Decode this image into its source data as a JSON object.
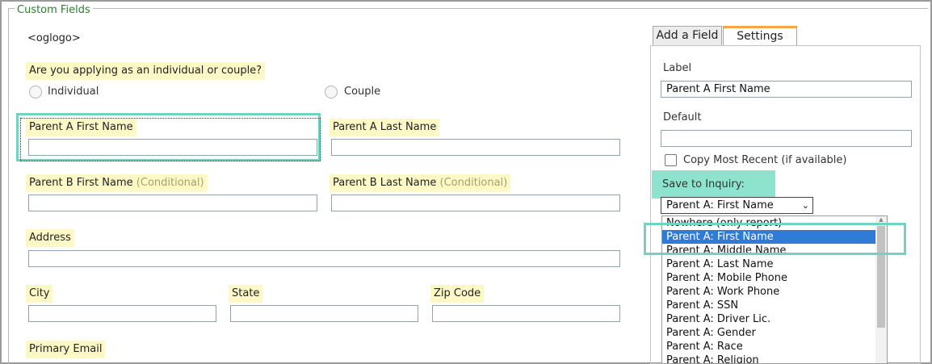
{
  "fieldset": {
    "legend": "Custom Fields"
  },
  "form": {
    "logo_text": "<oglogo>",
    "applying_question": "Are you applying as an individual or couple?",
    "radio_individual": "Individual",
    "radio_couple": "Couple",
    "parent_a_first": "Parent A First Name",
    "parent_a_last": "Parent A Last Name",
    "parent_b_first": "Parent B First Name",
    "parent_b_last": "Parent B Last Name",
    "conditional": "(Conditional)",
    "address": "Address",
    "city": "City",
    "state": "State",
    "zip": "Zip Code",
    "primary_email": "Primary Email"
  },
  "tabs": {
    "add_field": "Add a Field",
    "settings": "Settings"
  },
  "settings": {
    "label_caption": "Label",
    "label_value": "Parent A First Name",
    "default_caption": "Default",
    "default_value": "",
    "copy_recent": "Copy Most Recent (if available)",
    "save_to_inquiry": "Save to Inquiry:",
    "selected_option": "Parent A: First Name"
  },
  "dropdown_options": [
    "Nowhere (only report)",
    "Parent A: First Name",
    "Parent A: Middle Name",
    "Parent A: Last Name",
    "Parent A: Mobile Phone",
    "Parent A: Work Phone",
    "Parent A: SSN",
    "Parent A: Driver Lic.",
    "Parent A: Gender",
    "Parent A: Race",
    "Parent A: Religion"
  ],
  "colors": {
    "highlight": "#fdf9c6",
    "callout": "#72d3c0",
    "selected": "#2f7bd8",
    "tab_accent": "#f0a848"
  }
}
